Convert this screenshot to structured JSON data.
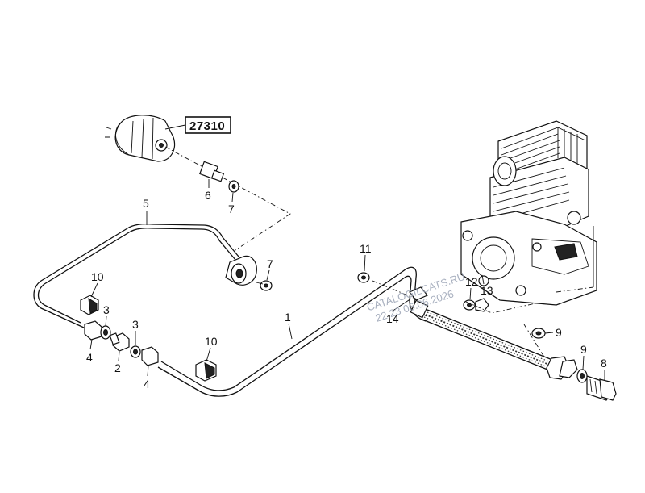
{
  "reference_box": {
    "label": "27310"
  },
  "callouts": [
    {
      "id": "c1",
      "text": "1"
    },
    {
      "id": "c2",
      "text": "2"
    },
    {
      "id": "c3a",
      "text": "3"
    },
    {
      "id": "c3b",
      "text": "3"
    },
    {
      "id": "c4a",
      "text": "4"
    },
    {
      "id": "c4b",
      "text": "4"
    },
    {
      "id": "c5",
      "text": "5"
    },
    {
      "id": "c6",
      "text": "6"
    },
    {
      "id": "c7a",
      "text": "7"
    },
    {
      "id": "c7b",
      "text": "7"
    },
    {
      "id": "c8",
      "text": "8"
    },
    {
      "id": "c9a",
      "text": "9"
    },
    {
      "id": "c9b",
      "text": "9"
    },
    {
      "id": "c10a",
      "text": "10"
    },
    {
      "id": "c10b",
      "text": "10"
    },
    {
      "id": "c11",
      "text": "11"
    },
    {
      "id": "c12",
      "text": "12"
    },
    {
      "id": "c13",
      "text": "13"
    },
    {
      "id": "c14",
      "text": "14"
    }
  ],
  "watermark": {
    "line1": "CATALOGILCATS.RU",
    "line2": "22.23 06.06.2026"
  }
}
